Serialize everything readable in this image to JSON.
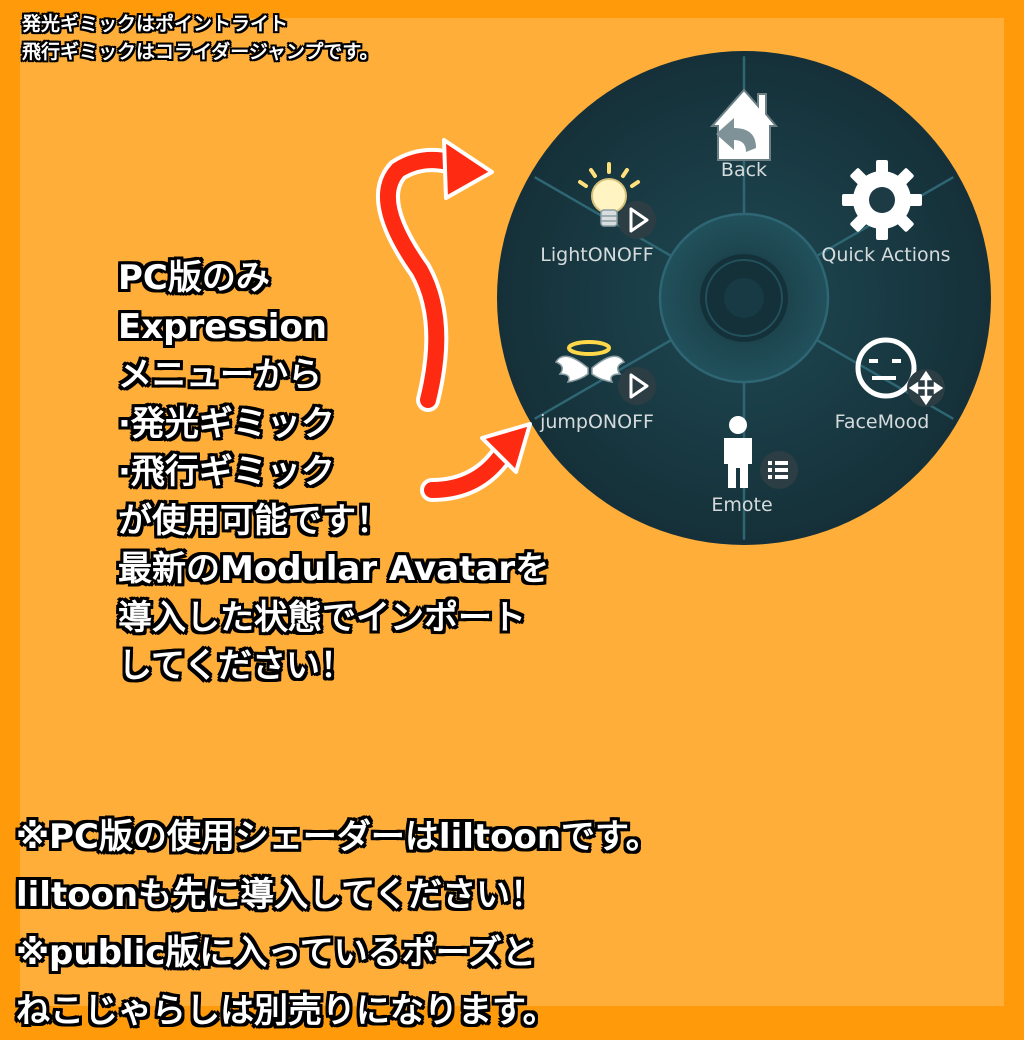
{
  "top_note": {
    "line1": "発光ギミックはポイントライト",
    "line2": "飛行ギミックはコライダージャンプです。"
  },
  "main_note": [
    "PC版のみ",
    "Expression",
    "メニューから",
    "·発光ギミック",
    "·飛行ギミック",
    "が使用可能です！",
    "最新のModular Avatarを",
    "導入した状態でインポート",
    "してください！"
  ],
  "bottom_note": [
    "※PC版の使用シェーダーはliltoonです。",
    "liltoonも先に導入してください！",
    "※public版に入っているポーズと",
    "ねこじゃらしは別売りになります。"
  ],
  "menu": {
    "back": "Back",
    "quick_actions": "Quick Actions",
    "facemood": "FaceMood",
    "emote": "Emote",
    "jump": "jumpONOFF",
    "light": "LightONOFF"
  },
  "icons": {
    "back": "house-return-icon",
    "quick_actions": "gear-icon",
    "facemood": "face-move-icon",
    "emote": "person-list-icon",
    "jump": "angel-wings-halo-icon",
    "light": "lightbulb-icon"
  },
  "colors": {
    "background_outer": "#ff9a0a",
    "background_inner": "#ffae3a",
    "wheel": "#1c3b44",
    "arrow": "#ff2a12",
    "text": "#ffffff"
  }
}
